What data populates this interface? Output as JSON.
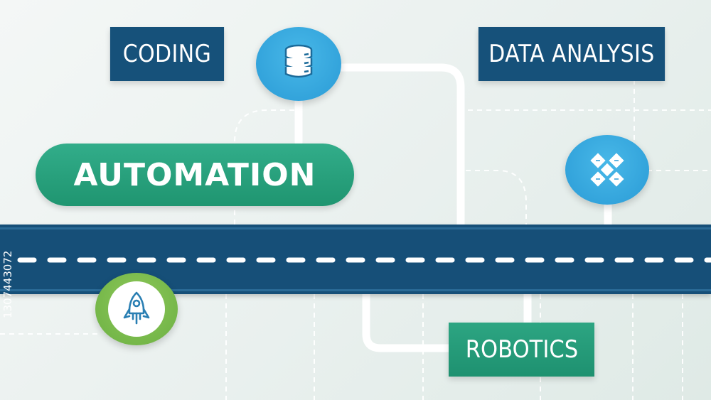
{
  "labels": {
    "coding": "CODING",
    "data_analysis": "DATA ANALYSIS",
    "automation": "AUTOMATION",
    "robotics": "ROBOTICS"
  },
  "icons": {
    "top_node": "database-icon",
    "right_node": "satellite-icon",
    "left_node": "rocket-icon"
  },
  "colors": {
    "navy": "#16517a",
    "teal_green": "#2da582",
    "sky_blue": "#2a9bd6",
    "lime_green": "#7cbb4b",
    "background": "#eef3f1"
  },
  "watermark_id": "1307443072"
}
